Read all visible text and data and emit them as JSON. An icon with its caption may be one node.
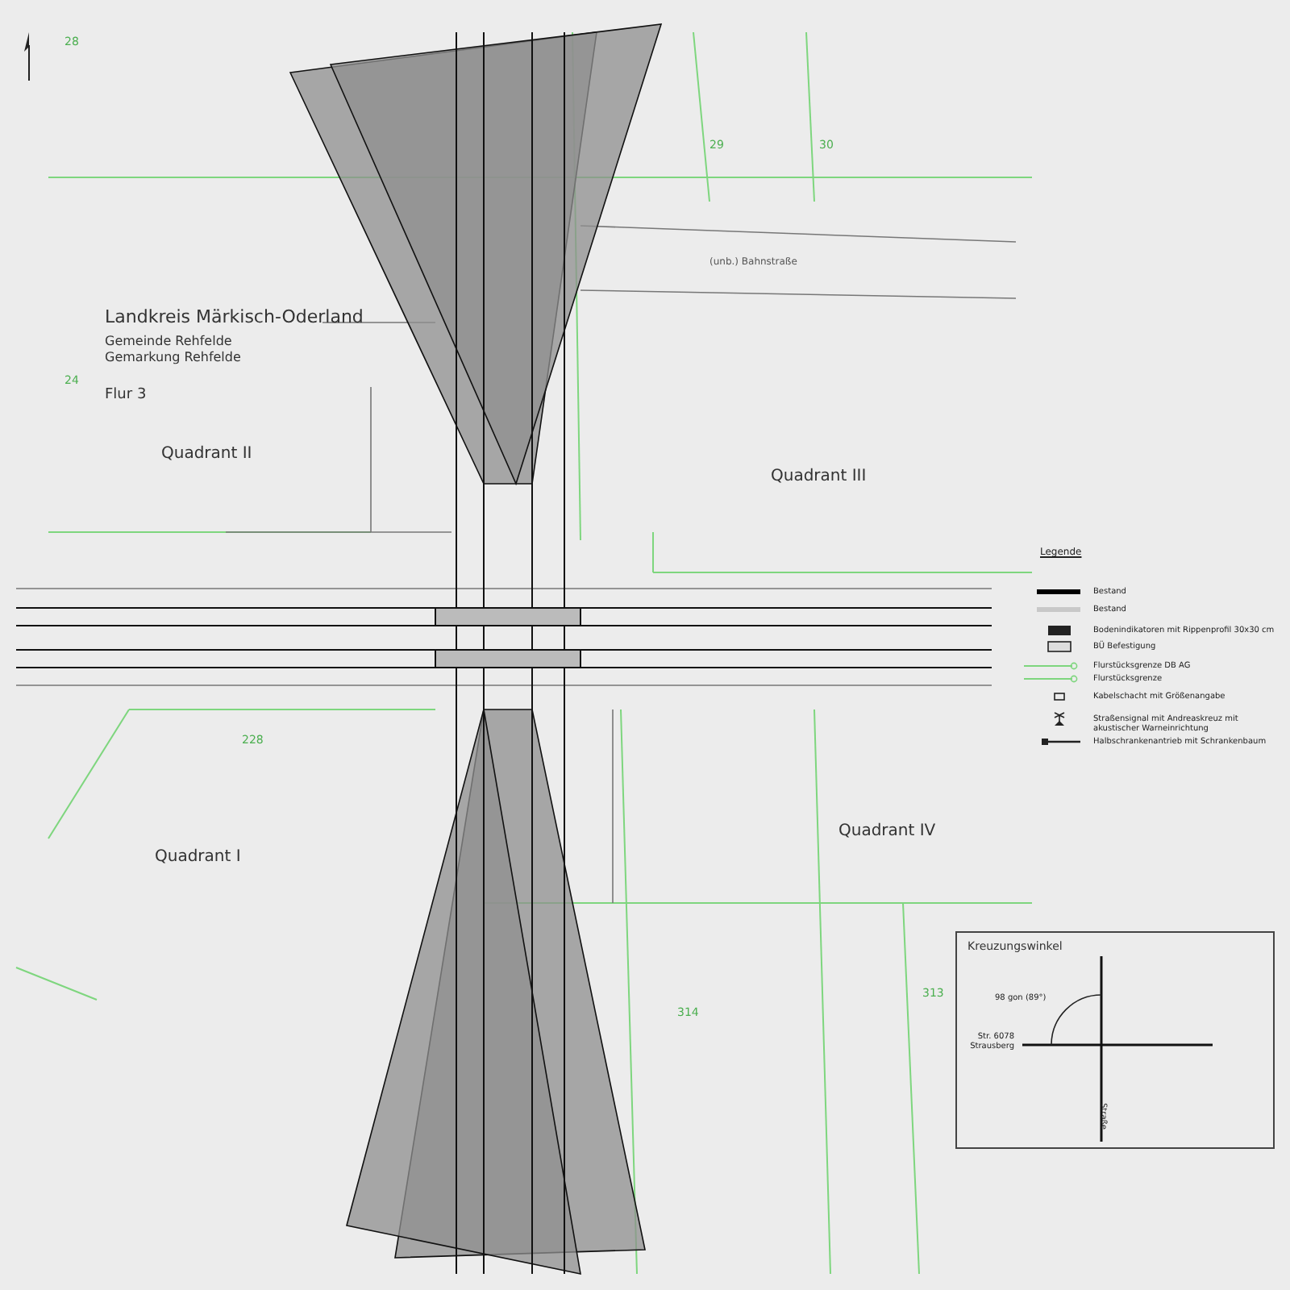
{
  "diagram": {
    "labels": [
      "Landkreis Märkisch-Oderland",
      "Gemeinde Rehfelde",
      "Gemarkung Rehfelde",
      "Flur 3",
      "Quadrant II",
      "Quadrant III",
      "Quadrant I",
      "Quadrant IV",
      "28",
      "29",
      "30",
      "24",
      "228",
      "314",
      "313",
      "Legende",
      "Kreuzungswinkel",
      "98 gon (89°)",
      "Str. 6078 Strausberg",
      "Straße",
      "(unb.) Bahnstraße"
    ],
    "legend": [
      {
        "text": "Bestand"
      },
      {
        "text": "Bestand"
      },
      {
        "text": "Bodenindikatoren mit Rippenprofil 30x30 cm"
      },
      {
        "text": "BÜ Befestigung"
      },
      {
        "text": "Flurstücksgrenze DB AG"
      },
      {
        "text": "Flurstücksgrenze"
      },
      {
        "text": "Kabelschacht mit Größenangabe"
      },
      {
        "text": "Straßensignal mit Andreaskreuz mit akustischer Warneinrichtung"
      },
      {
        "text": "Halbschrankenantrieb mit Schrankenbaum"
      }
    ]
  }
}
